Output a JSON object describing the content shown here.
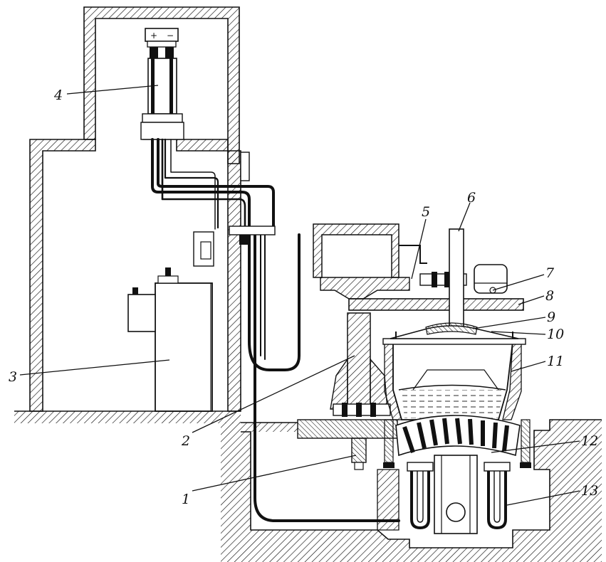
{
  "power_terminals": {
    "plus": "+",
    "minus": "−"
  },
  "callouts": [
    {
      "id": "1",
      "text": "1"
    },
    {
      "id": "2",
      "text": "2"
    },
    {
      "id": "3",
      "text": "3"
    },
    {
      "id": "4",
      "text": "4"
    },
    {
      "id": "5",
      "text": "5"
    },
    {
      "id": "6",
      "text": "6"
    },
    {
      "id": "7",
      "text": "7"
    },
    {
      "id": "8",
      "text": "8"
    },
    {
      "id": "9",
      "text": "9"
    },
    {
      "id": "10",
      "text": "10"
    },
    {
      "id": "11",
      "text": "11"
    },
    {
      "id": "12",
      "text": "12"
    },
    {
      "id": "13",
      "text": "13"
    }
  ],
  "colors": {
    "ink": "#111111",
    "paper": "#ffffff"
  }
}
